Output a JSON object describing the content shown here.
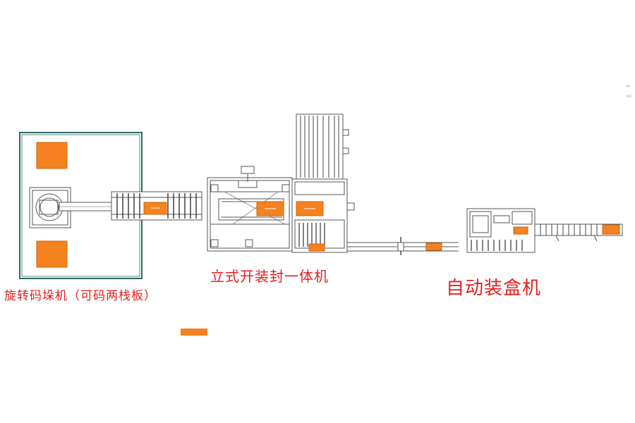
{
  "labels": {
    "palletizer": "旋转码垛机（可码两栈板）",
    "case_erector_sealer": "立式开装封一体机",
    "cartoner": "自动装盒机"
  },
  "side_marks": [
    "PR",
    "8CE"
  ],
  "colors": {
    "label_red": "#e4201f",
    "product_orange": "#f5821f",
    "enclosure_teal": "#2e6b63",
    "line_gray": "#555555"
  }
}
